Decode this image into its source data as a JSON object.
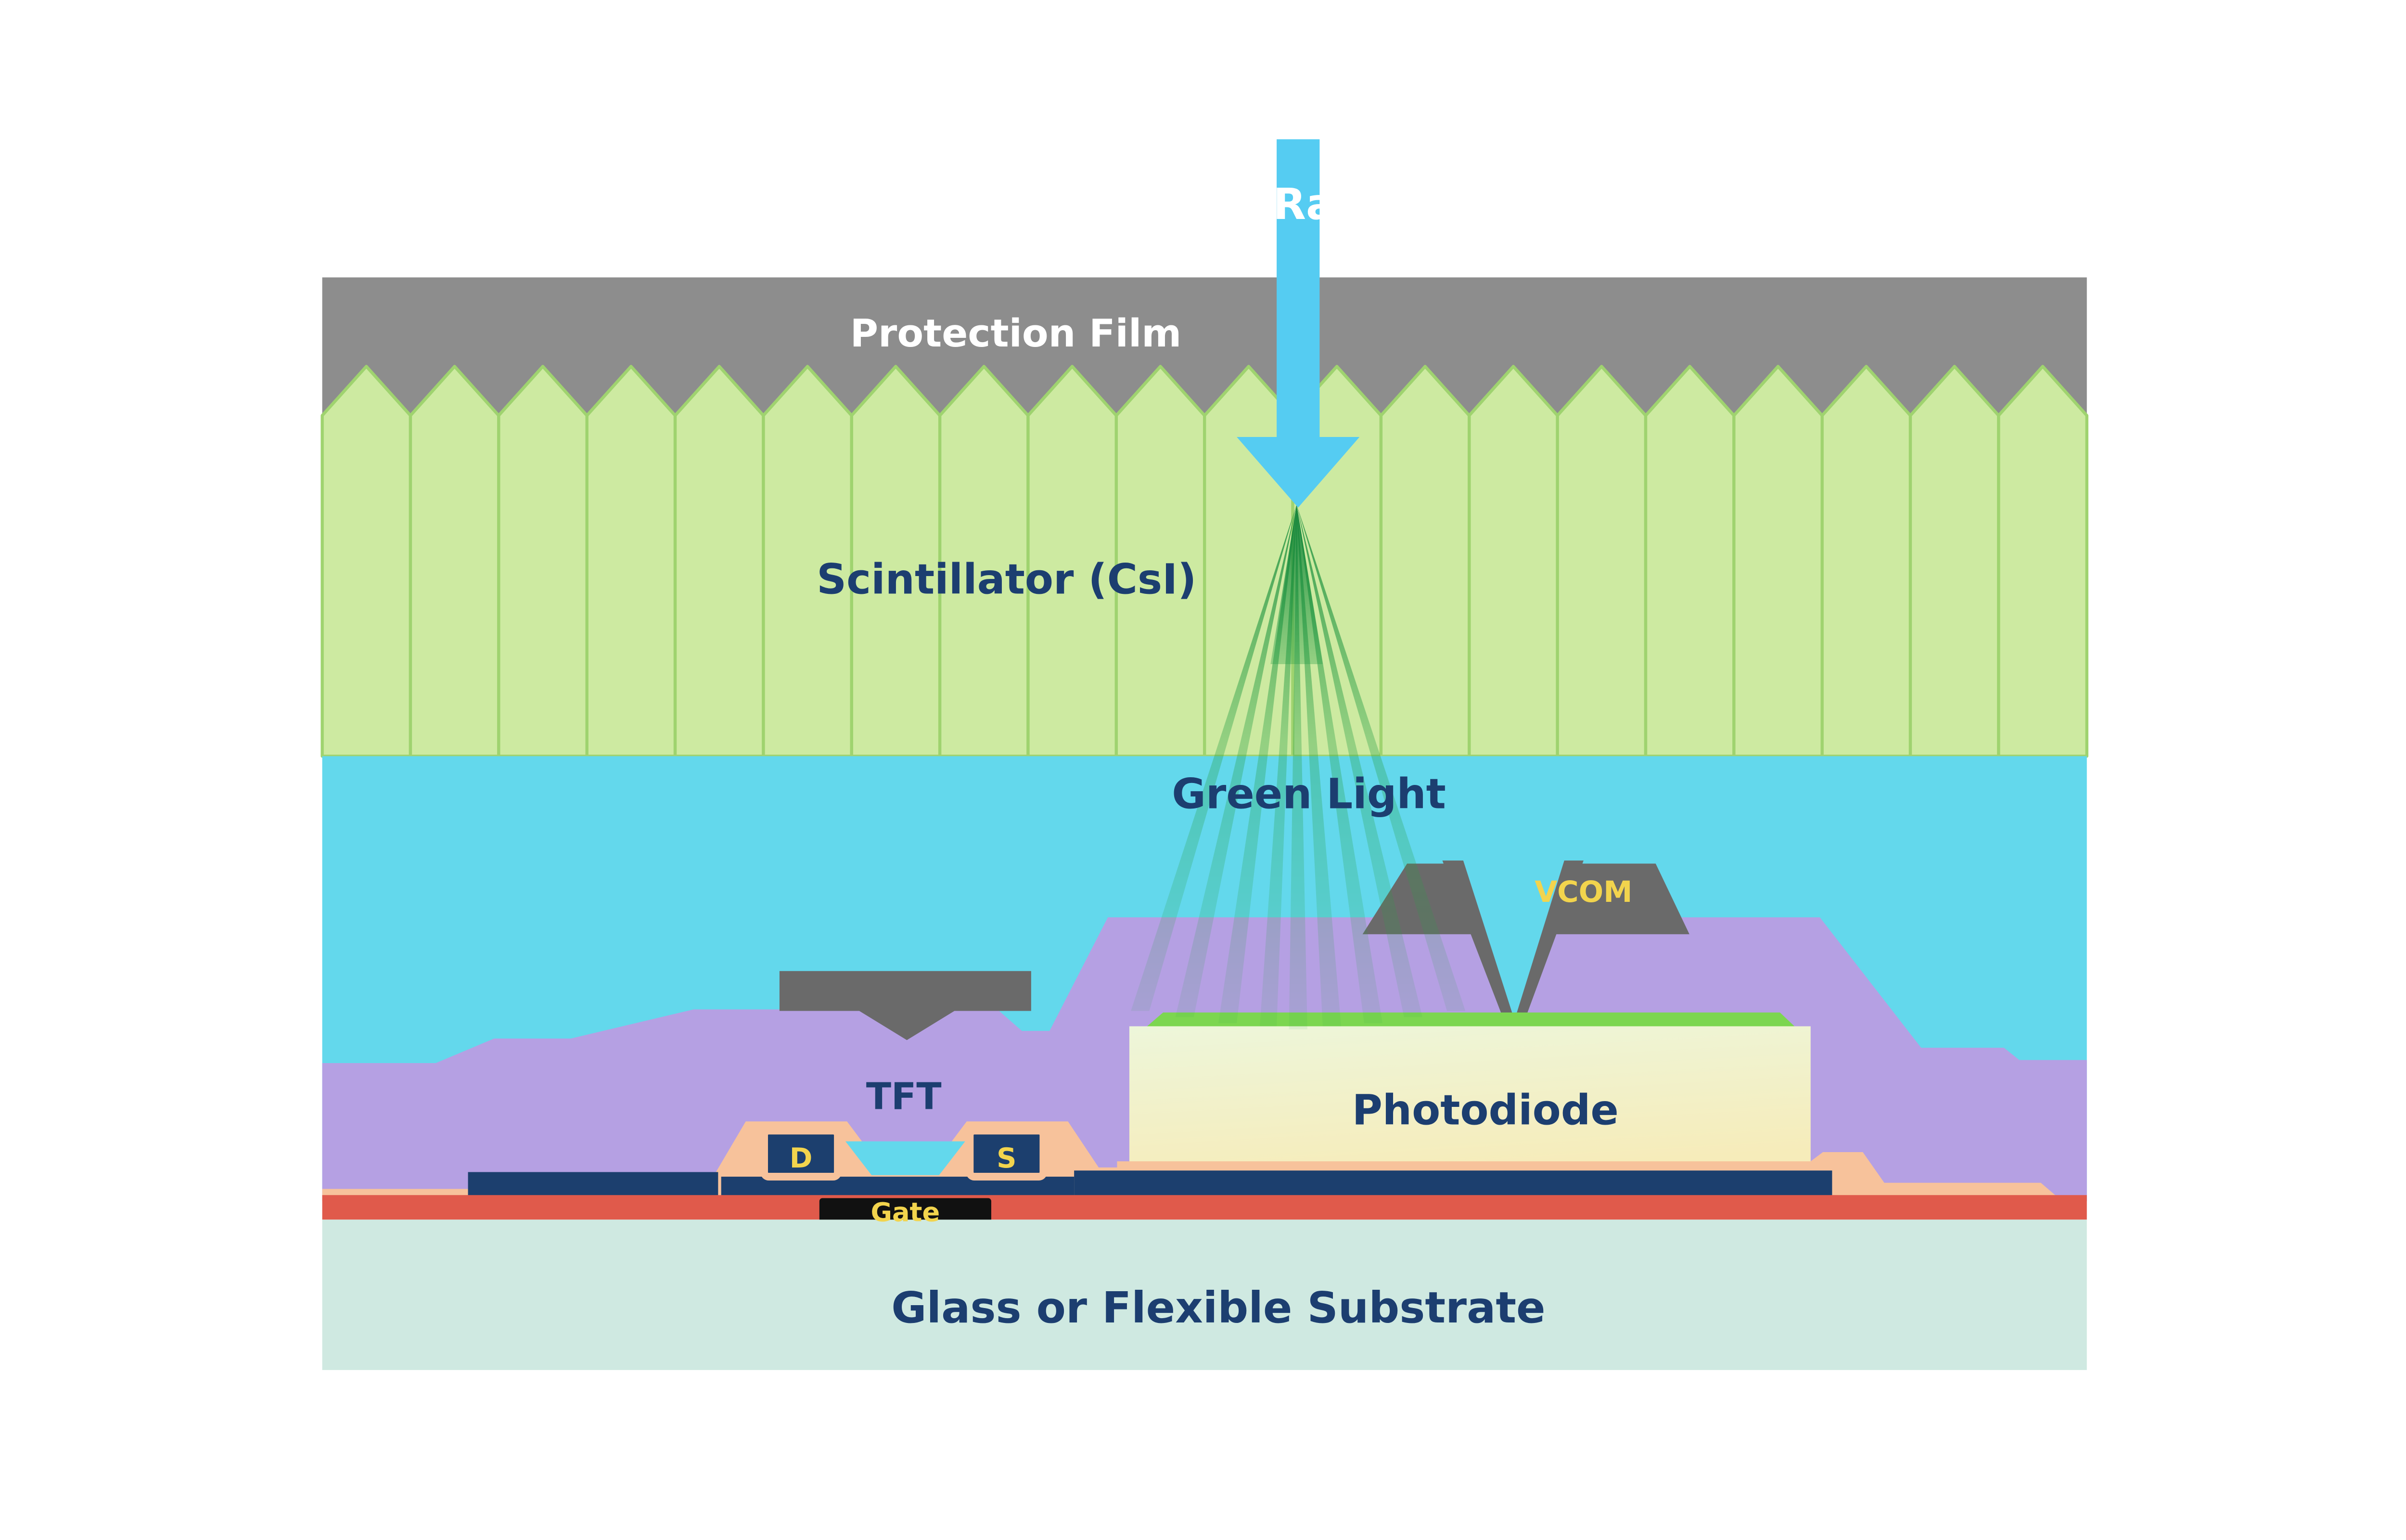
{
  "labels": {
    "xray": "X-Ray",
    "protection_film": "Protection Film",
    "scintillator": "Scintillator (CsI)",
    "green_light": "Green Light",
    "vcom": "VCOM",
    "photodiode": "Photodiode",
    "tft": "TFT",
    "drain": "D",
    "source": "S",
    "gate": "Gate",
    "substrate": "Glass or Flexible Substrate"
  },
  "colors": {
    "background": "#ffffff",
    "protection_film": "#8d8d8d",
    "scintillator": "#cdeaa1",
    "scintillator_edge": "#9fd36f",
    "optical_layer": "#63d8ec",
    "xray_arrow": "#55ccf2",
    "green_light": "#2fae53",
    "planarization": "#b5a0e3",
    "electrode_gray": "#6a6a6a",
    "photodiode_top": "#7cd650",
    "metal_navy": "#1c3f6e",
    "passivation_salmon": "#f7c29b",
    "gate_line_red": "#e05a4b",
    "gate_black": "#111111",
    "substrate_teal": "#cfe9e1",
    "label_navy": "#1c3e70",
    "label_yellow": "#f2d44d",
    "label_white": "#ffffff"
  }
}
